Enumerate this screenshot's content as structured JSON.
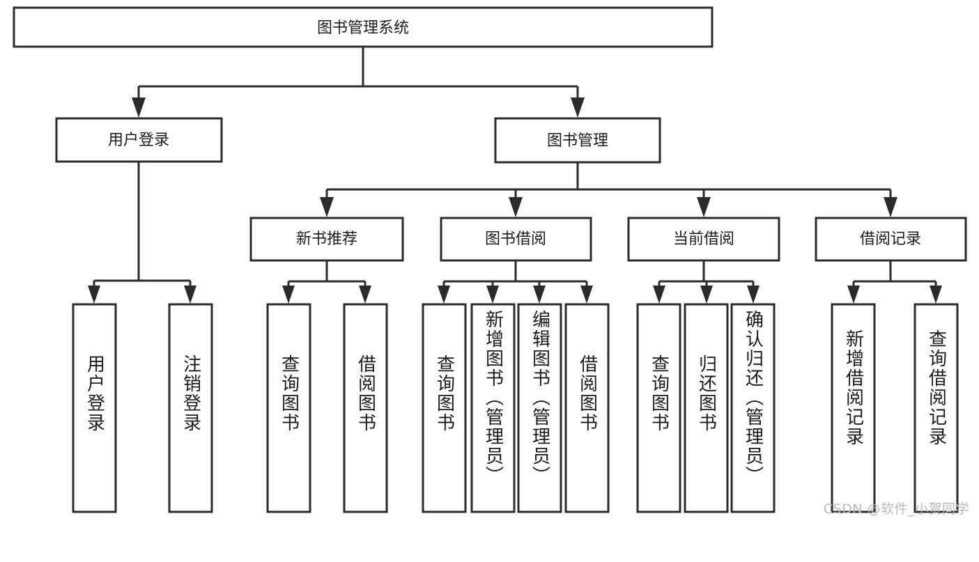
{
  "diagram": {
    "title": "图书管理系统",
    "watermark": "CSDN @软件_小贺同学",
    "root": {
      "label": "图书管理系统"
    },
    "level2": [
      {
        "label": "用户登录"
      },
      {
        "label": "图书管理"
      }
    ],
    "level3": [
      {
        "label": "新书推荐"
      },
      {
        "label": "图书借阅"
      },
      {
        "label": "当前借阅"
      },
      {
        "label": "借阅记录"
      }
    ],
    "leaves": {
      "user_login": [
        {
          "label": "用户登录"
        },
        {
          "label": "注销登录"
        }
      ],
      "new_book_recommend": [
        {
          "label": "查询图书"
        },
        {
          "label": "借阅图书"
        }
      ],
      "book_borrow": [
        {
          "label": "查询图书"
        },
        {
          "label": "新增图书（管理员）"
        },
        {
          "label": "编辑图书（管理员）"
        },
        {
          "label": "借阅图书"
        }
      ],
      "current_borrow": [
        {
          "label": "查询图书"
        },
        {
          "label": "归还图书"
        },
        {
          "label": "确认归还（管理员）"
        }
      ],
      "borrow_record": [
        {
          "label": "新增借阅记录"
        },
        {
          "label": "查询借阅记录"
        }
      ]
    }
  },
  "chart_data": {
    "type": "diagram",
    "title": "图书管理系统",
    "orientation": "top-down tree",
    "levels": 4,
    "nodes": [
      {
        "id": "root",
        "label": "图书管理系统",
        "level": 1,
        "parent": null
      },
      {
        "id": "n-user-login",
        "label": "用户登录",
        "level": 2,
        "parent": "root"
      },
      {
        "id": "n-book-mgmt",
        "label": "图书管理",
        "level": 2,
        "parent": "root"
      },
      {
        "id": "n-user-login-leaf",
        "label": "用户登录",
        "level": 3,
        "parent": "n-user-login"
      },
      {
        "id": "n-logout-leaf",
        "label": "注销登录",
        "level": 3,
        "parent": "n-user-login"
      },
      {
        "id": "n-new-book",
        "label": "新书推荐",
        "level": 3,
        "parent": "n-book-mgmt"
      },
      {
        "id": "n-book-borrow",
        "label": "图书借阅",
        "level": 3,
        "parent": "n-book-mgmt"
      },
      {
        "id": "n-current-borrow",
        "label": "当前借阅",
        "level": 3,
        "parent": "n-book-mgmt"
      },
      {
        "id": "n-borrow-record",
        "label": "借阅记录",
        "level": 3,
        "parent": "n-book-mgmt"
      },
      {
        "id": "n-nb-query",
        "label": "查询图书",
        "level": 4,
        "parent": "n-new-book"
      },
      {
        "id": "n-nb-borrow",
        "label": "借阅图书",
        "level": 4,
        "parent": "n-new-book"
      },
      {
        "id": "n-bb-query",
        "label": "查询图书",
        "level": 4,
        "parent": "n-book-borrow"
      },
      {
        "id": "n-bb-add",
        "label": "新增图书（管理员）",
        "level": 4,
        "parent": "n-book-borrow"
      },
      {
        "id": "n-bb-edit",
        "label": "编辑图书（管理员）",
        "level": 4,
        "parent": "n-book-borrow"
      },
      {
        "id": "n-bb-borrow",
        "label": "借阅图书",
        "level": 4,
        "parent": "n-book-borrow"
      },
      {
        "id": "n-cb-query",
        "label": "查询图书",
        "level": 4,
        "parent": "n-current-borrow"
      },
      {
        "id": "n-cb-return",
        "label": "归还图书",
        "level": 4,
        "parent": "n-current-borrow"
      },
      {
        "id": "n-cb-confirm",
        "label": "确认归还（管理员）",
        "level": 4,
        "parent": "n-current-borrow"
      },
      {
        "id": "n-br-add",
        "label": "新增借阅记录",
        "level": 4,
        "parent": "n-borrow-record"
      },
      {
        "id": "n-br-query",
        "label": "查询借阅记录",
        "level": 4,
        "parent": "n-borrow-record"
      }
    ]
  }
}
